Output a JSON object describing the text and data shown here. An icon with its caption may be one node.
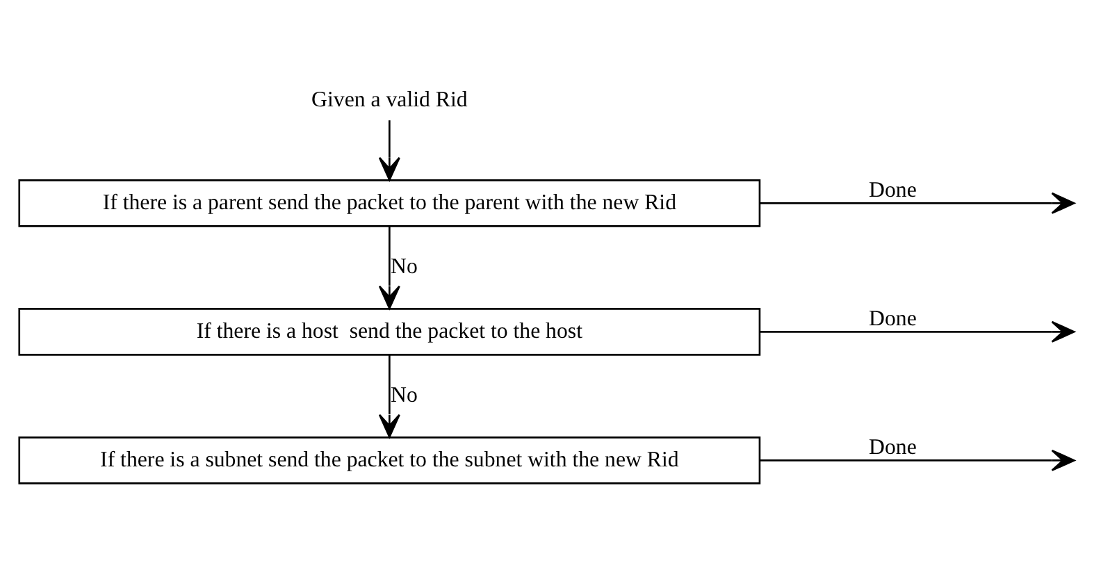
{
  "diagram": {
    "nodes": [
      {
        "text": [
          "Given a valid Rid"
        ]
      },
      {
        "text": [
          "If there is a parent send the packet to the parent with the new Rid"
        ]
      },
      {
        "text": [
          "If there is a host  send the packet to the host"
        ]
      },
      {
        "text": [
          "If there is a subnet send the packet to the subnet with the new Rid"
        ]
      }
    ],
    "edges": [
      {
        "from": 0,
        "to": 1,
        "arrow": "to"
      },
      {
        "from": 1,
        "to": 2,
        "arrow": "to",
        "label": "No"
      },
      {
        "from": 2,
        "to": 3,
        "arrow": "to",
        "label": "No"
      },
      {
        "from": 1,
        "to": null,
        "arrow": "to",
        "label": "Done"
      },
      {
        "from": 2,
        "to": null,
        "arrow": "to",
        "label": "Done"
      },
      {
        "from": 3,
        "to": null,
        "arrow": "to",
        "label": "Done"
      }
    ]
  }
}
